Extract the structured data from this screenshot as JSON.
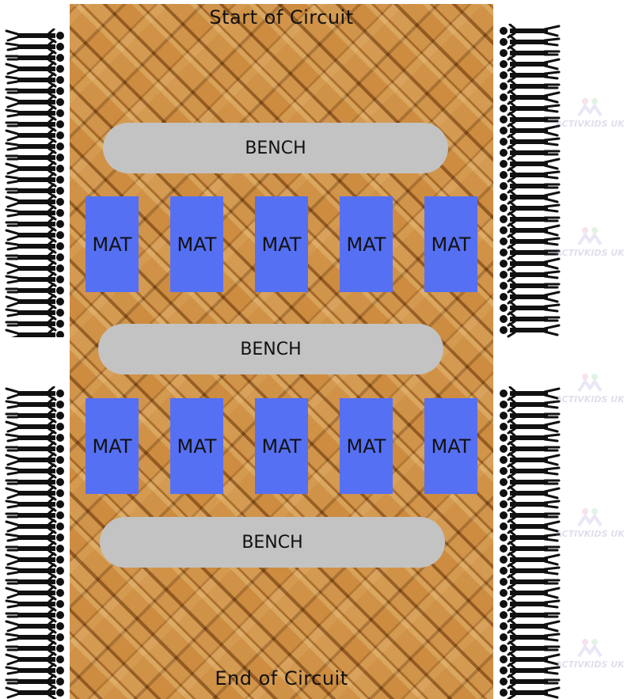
{
  "diagram": {
    "start_label": "Start of Circuit",
    "end_label": "End of Circuit",
    "bench_label": "BENCH",
    "mat_label": "MAT",
    "watermark_text": "ACTIVKIDS UK",
    "colors": {
      "floor": "#b9782f",
      "bench": "#c3c3c3",
      "mat": "#5670f3",
      "silhouette": "#111111"
    },
    "benches": [
      "BENCH",
      "BENCH",
      "BENCH"
    ],
    "mat_rows": [
      [
        "MAT",
        "MAT",
        "MAT",
        "MAT",
        "MAT"
      ],
      [
        "MAT",
        "MAT",
        "MAT",
        "MAT",
        "MAT"
      ]
    ],
    "icon": "child-silhouette-icon"
  }
}
